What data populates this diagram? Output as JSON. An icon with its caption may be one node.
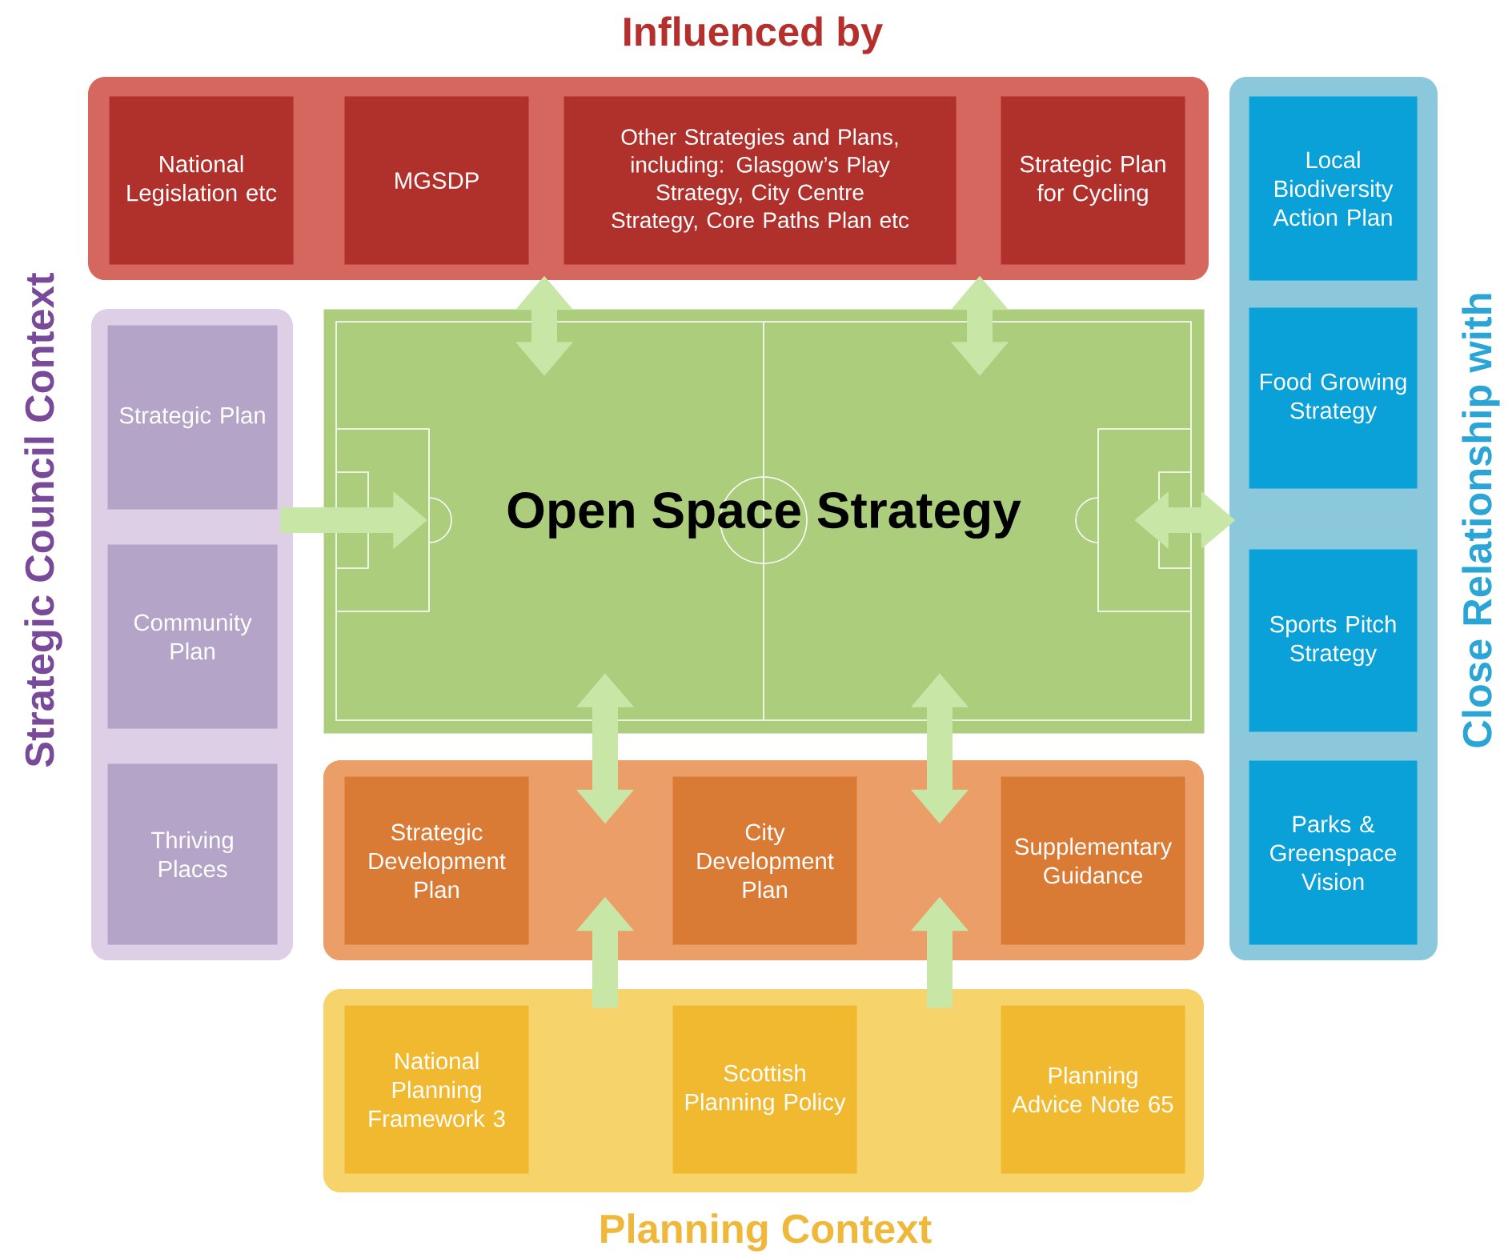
{
  "diagram": {
    "nodes": [
      {
        "text": [
          "Influenced by"
        ]
      },
      {
        "text": [
          "National Legislation etc"
        ],
        "in": 0
      },
      {
        "text": [
          "MGSDP"
        ],
        "in": 0
      },
      {
        "text": [
          "Other Strategies and Plans, including: Glasgow’s Play Strategy, City Centre Strategy, Core Paths Plan etc"
        ],
        "in": 0
      },
      {
        "text": [
          "Strategic Plan for Cycling"
        ],
        "in": 0
      },
      {
        "text": [
          "Close Relationship with"
        ]
      },
      {
        "text": [
          "Local Biodiversity Action Plan"
        ],
        "in": 5
      },
      {
        "text": [
          "Food Growing Strategy"
        ],
        "in": 5
      },
      {
        "text": [
          "Sports Pitch Strategy"
        ],
        "in": 5
      },
      {
        "text": [
          "Parks & Greenspace Vision"
        ],
        "in": 5
      },
      {
        "text": [
          "Strategic Council Context"
        ]
      },
      {
        "text": [
          "Strategic Plan"
        ],
        "in": 10
      },
      {
        "text": [
          "Community Plan"
        ],
        "in": 10
      },
      {
        "text": [
          "Thriving Places"
        ],
        "in": 10
      },
      {
        "text": [
          "Open Space Strategy"
        ]
      },
      {
        "text": [],
        "shape": "box"
      },
      {
        "text": [
          "Strategic Development Plan"
        ],
        "in": 15
      },
      {
        "text": [
          "City Development Plan"
        ],
        "in": 15
      },
      {
        "text": [
          "Supplementary Guidance"
        ],
        "in": 15
      },
      {
        "text": [
          "Planning Context"
        ]
      },
      {
        "text": [
          "National Planning Framework 3"
        ],
        "in": 19
      },
      {
        "text": [
          "Scottish Planning Policy"
        ],
        "in": 19
      },
      {
        "text": [
          "Planning Advice Note 65"
        ],
        "in": 19
      }
    ],
    "edges": [
      {
        "from": 0,
        "to": 14,
        "arrow": "both"
      },
      {
        "from": 0,
        "to": 14,
        "arrow": "both"
      },
      {
        "from": 10,
        "to": 14,
        "arrow": "to"
      },
      {
        "from": 14,
        "to": 5,
        "arrow": "both"
      },
      {
        "from": 15,
        "to": 14,
        "arrow": "both"
      },
      {
        "from": 15,
        "to": 14,
        "arrow": "both"
      },
      {
        "from": 19,
        "to": 15,
        "arrow": "to"
      },
      {
        "from": 19,
        "to": 15,
        "arrow": "to"
      }
    ]
  }
}
